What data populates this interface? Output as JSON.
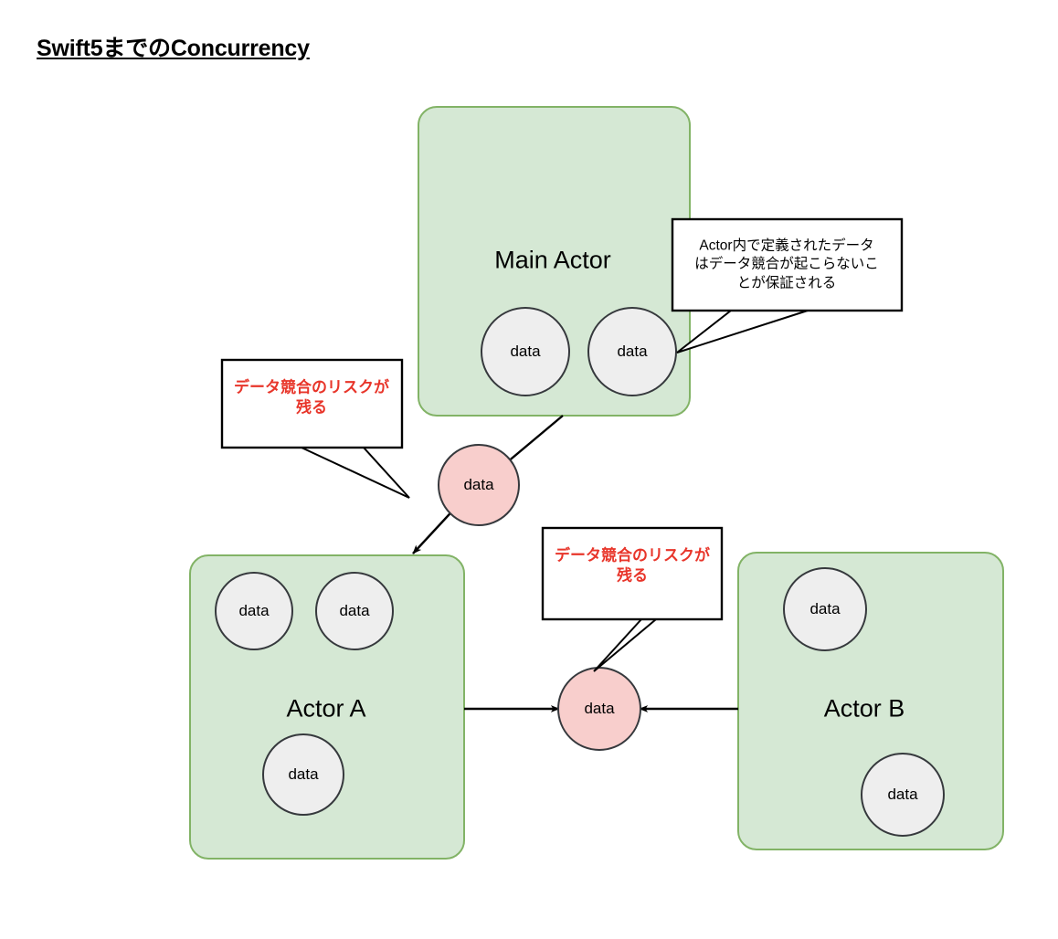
{
  "page": {
    "title": "Swift5までのConcurrency",
    "background": "#ffffff"
  },
  "colors": {
    "actor_fill": "#d5e8d4",
    "actor_stroke": "#82b366",
    "data_fill": "#eeeeee",
    "data_stroke": "#36393d",
    "shared_data_fill": "#f8cecc",
    "shared_data_stroke": "#36393d",
    "callout_fill": "#ffffff",
    "callout_stroke": "#000000",
    "text_black": "#000000",
    "text_red": "#e8352a",
    "arrow": "#000000"
  },
  "actors": [
    {
      "id": "main-actor",
      "label": "Main Actor",
      "data_items": [
        {
          "label": "data"
        },
        {
          "label": "data"
        }
      ]
    },
    {
      "id": "actor-a",
      "label": "Actor A",
      "data_items": [
        {
          "label": "data"
        },
        {
          "label": "data"
        },
        {
          "label": "data"
        }
      ]
    },
    {
      "id": "actor-b",
      "label": "Actor B",
      "data_items": [
        {
          "label": "data"
        },
        {
          "label": "data"
        }
      ]
    }
  ],
  "shared_data": [
    {
      "id": "shared-data-top",
      "label": "data"
    },
    {
      "id": "shared-data-bottom",
      "label": "data"
    }
  ],
  "callouts": [
    {
      "id": "callout-actor-guarantee",
      "style": "black",
      "lines": [
        "Actor内で定義されたデータ",
        "はデータ競合が起こらないこ",
        "とが保証される"
      ]
    },
    {
      "id": "callout-risk-top",
      "style": "red",
      "lines": [
        "データ競合のリスクが",
        "残る"
      ]
    },
    {
      "id": "callout-risk-bottom",
      "style": "red",
      "lines": [
        "データ競合のリスクが",
        "残る"
      ]
    }
  ]
}
